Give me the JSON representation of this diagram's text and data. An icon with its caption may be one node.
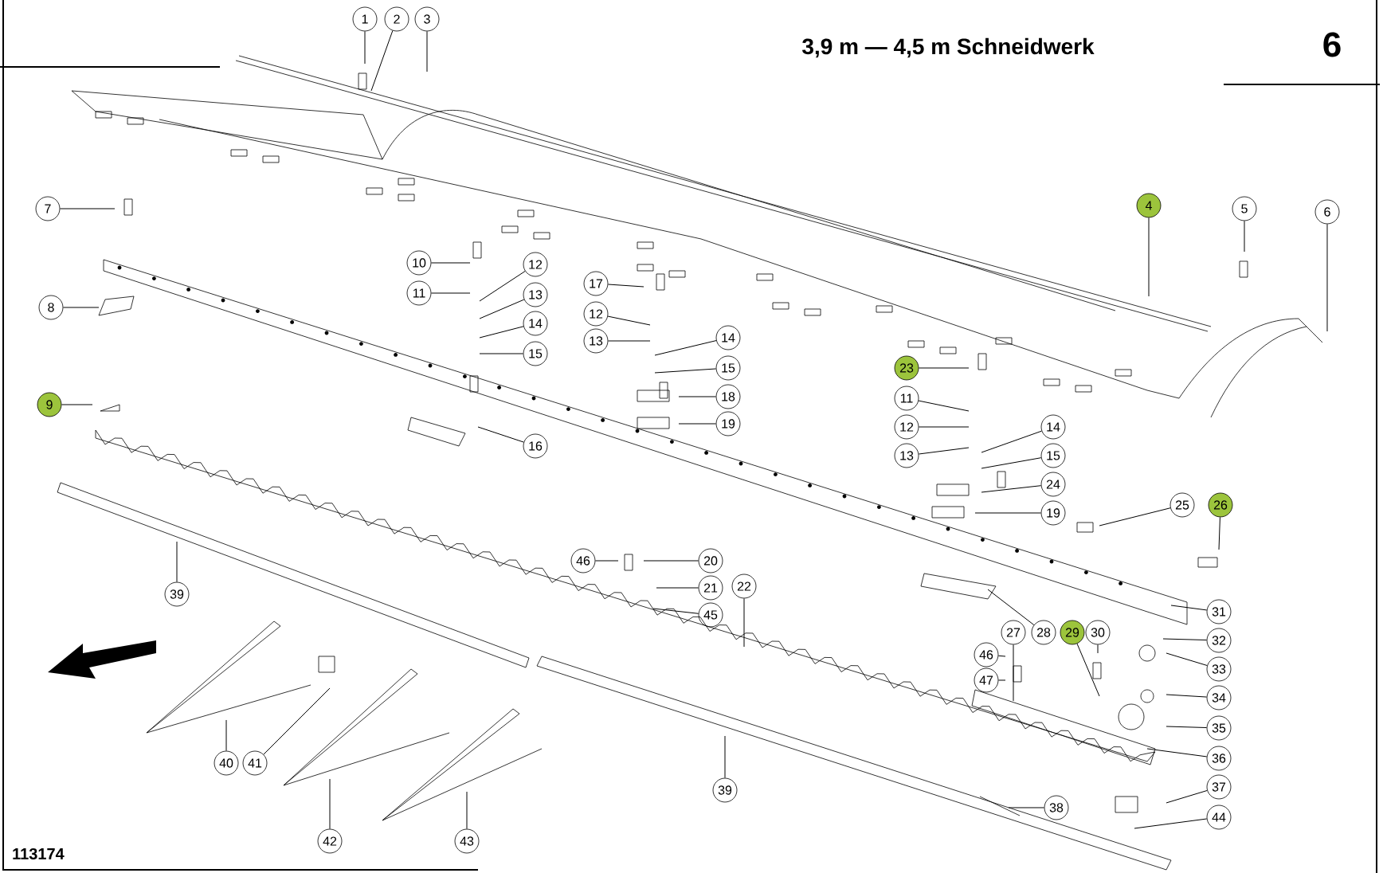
{
  "diagram": {
    "title": "3,9 m — 4,5 m Schneidwerk",
    "nodes": [
      {
        "text": [
          "1"
        ]
      },
      {
        "text": [
          "2"
        ]
      },
      {
        "text": [
          "3"
        ]
      },
      {
        "text": [
          "7"
        ]
      },
      {
        "text": [
          "4"
        ]
      },
      {
        "text": [
          "5"
        ]
      },
      {
        "text": [
          "6"
        ]
      },
      {
        "text": [
          "10"
        ]
      },
      {
        "text": [
          "12"
        ]
      },
      {
        "text": [
          "11"
        ]
      },
      {
        "text": [
          "13"
        ]
      },
      {
        "text": [
          "17"
        ]
      },
      {
        "text": [
          "8"
        ]
      },
      {
        "text": [
          "12"
        ]
      },
      {
        "text": [
          "14"
        ]
      },
      {
        "text": [
          "13"
        ]
      },
      {
        "text": [
          "14"
        ]
      },
      {
        "text": [
          "15"
        ]
      },
      {
        "text": [
          "15"
        ]
      },
      {
        "text": [
          "18"
        ]
      },
      {
        "text": [
          "23"
        ]
      },
      {
        "text": [
          "11"
        ]
      },
      {
        "text": [
          "9"
        ]
      },
      {
        "text": [
          "19"
        ]
      },
      {
        "text": [
          "12"
        ]
      },
      {
        "text": [
          "14"
        ]
      },
      {
        "text": [
          "16"
        ]
      },
      {
        "text": [
          "13"
        ]
      },
      {
        "text": [
          "15"
        ]
      },
      {
        "text": [
          "24"
        ]
      },
      {
        "text": [
          "25"
        ]
      },
      {
        "text": [
          "26"
        ]
      },
      {
        "text": [
          "19"
        ]
      },
      {
        "text": [
          "46"
        ]
      },
      {
        "text": [
          "20"
        ]
      },
      {
        "text": [
          "21"
        ]
      },
      {
        "text": [
          "22"
        ]
      },
      {
        "text": [
          "39"
        ]
      },
      {
        "text": [
          "45"
        ]
      },
      {
        "text": [
          "31"
        ]
      },
      {
        "text": [
          "27"
        ]
      },
      {
        "text": [
          "28"
        ]
      },
      {
        "text": [
          "29"
        ]
      },
      {
        "text": [
          "30"
        ]
      },
      {
        "text": [
          "32"
        ]
      },
      {
        "text": [
          "46"
        ]
      },
      {
        "text": [
          "33"
        ]
      },
      {
        "text": [
          "47"
        ]
      },
      {
        "text": [
          "34"
        ]
      },
      {
        "text": [
          "35"
        ]
      },
      {
        "text": [
          "36"
        ]
      },
      {
        "text": [
          "40"
        ]
      },
      {
        "text": [
          "41"
        ]
      },
      {
        "text": [
          "37"
        ]
      },
      {
        "text": [
          "39"
        ]
      },
      {
        "text": [
          "38"
        ]
      },
      {
        "text": [
          "44"
        ]
      },
      {
        "text": [
          "42"
        ]
      },
      {
        "text": [
          "43"
        ]
      }
    ],
    "edges": [
      {
        "from": 0,
        "to": null,
        "arrow": "none"
      },
      {
        "from": 1,
        "to": null,
        "arrow": "none"
      },
      {
        "from": 2,
        "to": null,
        "arrow": "none"
      },
      {
        "from": 3,
        "to": null,
        "arrow": "none"
      },
      {
        "from": 4,
        "to": null,
        "arrow": "none"
      },
      {
        "from": 5,
        "to": null,
        "arrow": "none"
      },
      {
        "from": 6,
        "to": null,
        "arrow": "none"
      },
      {
        "from": 7,
        "to": null,
        "arrow": "none"
      },
      {
        "from": 8,
        "to": null,
        "arrow": "none"
      },
      {
        "from": 9,
        "to": null,
        "arrow": "none"
      },
      {
        "from": 10,
        "to": null,
        "arrow": "none"
      },
      {
        "from": 11,
        "to": null,
        "arrow": "none"
      },
      {
        "from": 12,
        "to": null,
        "arrow": "none"
      },
      {
        "from": 13,
        "to": null,
        "arrow": "none"
      },
      {
        "from": 14,
        "to": null,
        "arrow": "none"
      },
      {
        "from": 15,
        "to": null,
        "arrow": "none"
      },
      {
        "from": 16,
        "to": null,
        "arrow": "none"
      },
      {
        "from": 17,
        "to": null,
        "arrow": "none"
      },
      {
        "from": 18,
        "to": null,
        "arrow": "none"
      },
      {
        "from": 19,
        "to": null,
        "arrow": "none"
      },
      {
        "from": 20,
        "to": null,
        "arrow": "none"
      },
      {
        "from": 21,
        "to": null,
        "arrow": "none"
      },
      {
        "from": 22,
        "to": null,
        "arrow": "none"
      },
      {
        "from": 23,
        "to": null,
        "arrow": "none"
      },
      {
        "from": 24,
        "to": null,
        "arrow": "none"
      },
      {
        "from": 25,
        "to": null,
        "arrow": "none"
      },
      {
        "from": 26,
        "to": null,
        "arrow": "none"
      },
      {
        "from": 27,
        "to": null,
        "arrow": "none"
      },
      {
        "from": 28,
        "to": null,
        "arrow": "none"
      },
      {
        "from": 29,
        "to": null,
        "arrow": "none"
      },
      {
        "from": 30,
        "to": null,
        "arrow": "none"
      },
      {
        "from": 31,
        "to": null,
        "arrow": "none"
      },
      {
        "from": 32,
        "to": null,
        "arrow": "none"
      },
      {
        "from": 33,
        "to": null,
        "arrow": "none"
      },
      {
        "from": 34,
        "to": null,
        "arrow": "none"
      },
      {
        "from": 35,
        "to": null,
        "arrow": "none"
      },
      {
        "from": 36,
        "to": null,
        "arrow": "none"
      },
      {
        "from": 37,
        "to": null,
        "arrow": "none"
      },
      {
        "from": 38,
        "to": null,
        "arrow": "none"
      },
      {
        "from": 39,
        "to": null,
        "arrow": "none"
      },
      {
        "from": 40,
        "to": null,
        "arrow": "none"
      },
      {
        "from": 41,
        "to": null,
        "arrow": "none"
      },
      {
        "from": 42,
        "to": null,
        "arrow": "none"
      },
      {
        "from": 43,
        "to": null,
        "arrow": "none"
      },
      {
        "from": 44,
        "to": null,
        "arrow": "none"
      },
      {
        "from": 45,
        "to": null,
        "arrow": "none"
      },
      {
        "from": 46,
        "to": null,
        "arrow": "none"
      },
      {
        "from": 47,
        "to": null,
        "arrow": "none"
      },
      {
        "from": 48,
        "to": null,
        "arrow": "none"
      },
      {
        "from": 49,
        "to": null,
        "arrow": "none"
      },
      {
        "from": 50,
        "to": null,
        "arrow": "none"
      },
      {
        "from": 51,
        "to": null,
        "arrow": "none"
      },
      {
        "from": 52,
        "to": null,
        "arrow": "none"
      },
      {
        "from": 53,
        "to": null,
        "arrow": "none"
      },
      {
        "from": 54,
        "to": null,
        "arrow": "none"
      },
      {
        "from": 55,
        "to": null,
        "arrow": "none"
      },
      {
        "from": 56,
        "to": null,
        "arrow": "none"
      },
      {
        "from": 57,
        "to": null,
        "arrow": "none"
      },
      {
        "from": 58,
        "to": null,
        "arrow": "none"
      }
    ],
    "labels": [
      "6",
      "113174"
    ]
  }
}
